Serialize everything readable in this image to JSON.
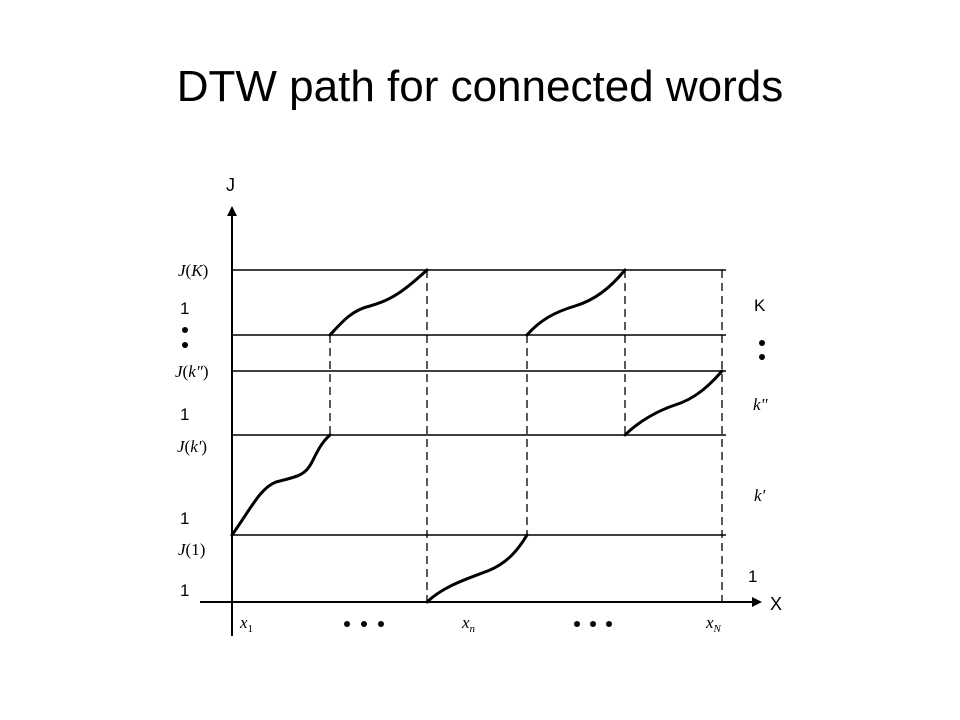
{
  "title": "DTW path for connected words",
  "axes": {
    "y_name": "J",
    "x_name": "X"
  },
  "y_labels": {
    "jK": {
      "fn": "J",
      "open": "(",
      "arg": "K",
      "close": ")"
    },
    "jk2": {
      "fn": "J",
      "open": "(",
      "arg": "k\"",
      "close": ")"
    },
    "jk1": {
      "fn": "J",
      "open": "(",
      "arg": "k'",
      "close": ")"
    },
    "j1": {
      "fn": "J",
      "open": "(",
      "arg": "1",
      "close": ")"
    },
    "one_a": "1",
    "one_b": "1",
    "one_c": "1",
    "one_d": "1"
  },
  "x_labels": {
    "x1": {
      "base": "x",
      "sub": "1"
    },
    "xn": {
      "base": "x",
      "sub": "n"
    },
    "xN": {
      "base": "x",
      "sub": "N"
    }
  },
  "right_labels": {
    "K": "K",
    "k2": "k\"",
    "k1": "k'",
    "one": "1"
  },
  "colors": {
    "ink": "#000000",
    "background": "#ffffff"
  }
}
